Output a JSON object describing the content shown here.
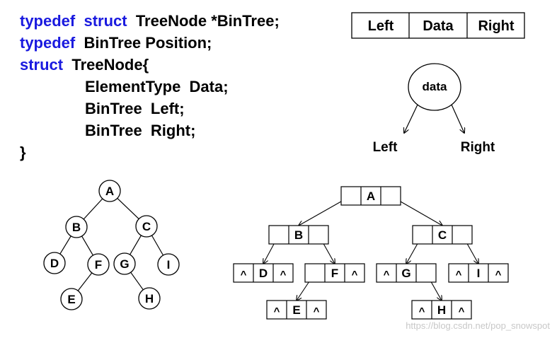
{
  "code": {
    "lines": [
      {
        "indent": 0,
        "tokens": [
          {
            "t": "typedef",
            "kw": true
          },
          {
            "t": "  "
          },
          {
            "t": "struct",
            "kw": true
          },
          {
            "t": "  TreeNode *BinTree;"
          }
        ]
      },
      {
        "indent": 0,
        "tokens": [
          {
            "t": "typedef",
            "kw": true
          },
          {
            "t": "  BinTree Position;"
          }
        ]
      },
      {
        "indent": 0,
        "tokens": [
          {
            "t": "struct",
            "kw": true
          },
          {
            "t": "  TreeNode{"
          }
        ]
      },
      {
        "indent": 1,
        "tokens": [
          {
            "t": "ElementType  Data;"
          }
        ]
      },
      {
        "indent": 1,
        "tokens": [
          {
            "t": "BinTree  Left;"
          }
        ]
      },
      {
        "indent": 1,
        "tokens": [
          {
            "t": "BinTree  Right;"
          }
        ]
      },
      {
        "indent": 0,
        "tokens": [
          {
            "t": "}"
          }
        ]
      }
    ]
  },
  "node_structure": {
    "fields": [
      "Left",
      "Data",
      "Right"
    ],
    "circle_label": "data",
    "left_label": "Left",
    "right_label": "Right"
  },
  "tree": {
    "nodes": [
      "A",
      "B",
      "C",
      "D",
      "F",
      "G",
      "I",
      "E",
      "H"
    ],
    "edges": [
      [
        "A",
        "B"
      ],
      [
        "A",
        "C"
      ],
      [
        "B",
        "D"
      ],
      [
        "B",
        "F"
      ],
      [
        "F",
        "E"
      ],
      [
        "C",
        "G"
      ],
      [
        "C",
        "I"
      ],
      [
        "G",
        "H"
      ]
    ]
  },
  "linked": {
    "null_symbol": "^",
    "nodes": [
      {
        "id": "A",
        "left": "",
        "right": ""
      },
      {
        "id": "B",
        "left": "",
        "right": ""
      },
      {
        "id": "C",
        "left": "",
        "right": ""
      },
      {
        "id": "D",
        "left": "^",
        "right": "^"
      },
      {
        "id": "F",
        "left": "",
        "right": "^"
      },
      {
        "id": "G",
        "left": "^",
        "right": ""
      },
      {
        "id": "I",
        "left": "^",
        "right": "^"
      },
      {
        "id": "E",
        "left": "^",
        "right": "^"
      },
      {
        "id": "H",
        "left": "^",
        "right": "^"
      }
    ],
    "edges": [
      [
        "A",
        "B"
      ],
      [
        "A",
        "C"
      ],
      [
        "B",
        "D"
      ],
      [
        "B",
        "F"
      ],
      [
        "F",
        "E"
      ],
      [
        "C",
        "G"
      ],
      [
        "C",
        "I"
      ],
      [
        "G",
        "H"
      ]
    ]
  },
  "watermark": "https://blog.csdn.net/pop_snowspot"
}
